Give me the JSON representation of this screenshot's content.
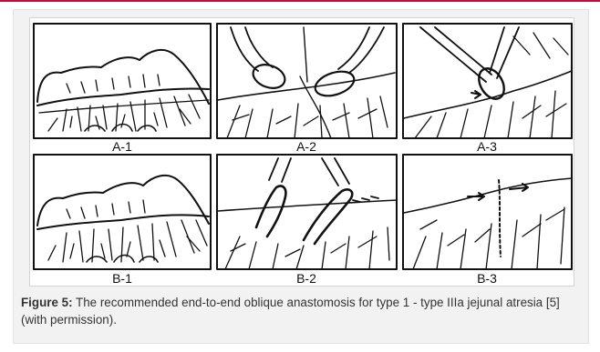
{
  "figure": {
    "panel_labels": {
      "a1": "A-1",
      "a2": "A-2",
      "a3": "A-3",
      "b1": "B-1",
      "b2": "B-2",
      "b3": "B-3"
    },
    "caption": {
      "label": "Figure 5:",
      "text": " The recommended end-to-end oblique anastomosis for type 1 - type IIIa jejunal atresia [5] (with permission)."
    }
  }
}
